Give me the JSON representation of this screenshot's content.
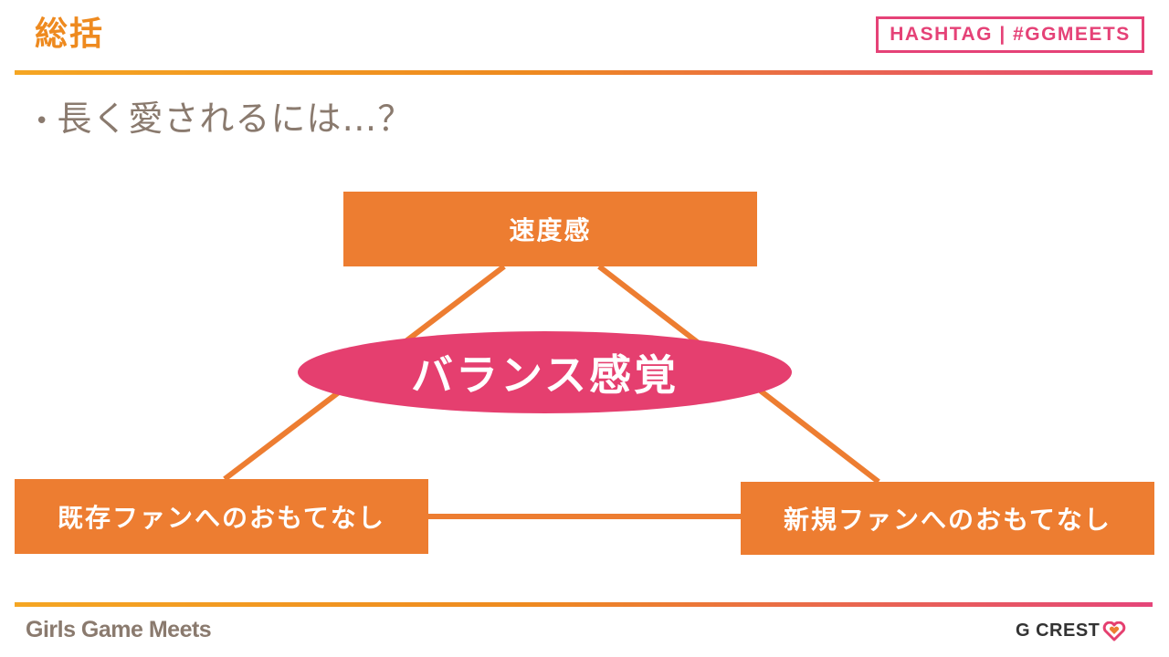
{
  "header": {
    "title": "総括",
    "hashtag": "HASHTAG | #GGMEETS"
  },
  "bullet": {
    "symbol": "•",
    "text": "長く愛されるには…？"
  },
  "diagram": {
    "top_node": "速度感",
    "left_node": "既存ファンへのおもてなし",
    "right_node": "新規ファンへのおもてなし",
    "center_label": "バランス感覚"
  },
  "footer": {
    "left_logo": "Girls Game Meets",
    "right_logo": "G CREST",
    "right_logo_icon": "heart-icon"
  },
  "colors": {
    "accent_orange": "#ed7d31",
    "accent_pink": "#e53f6f",
    "title_orange": "#ee8a1f",
    "text_gray": "#8a7a6e"
  }
}
